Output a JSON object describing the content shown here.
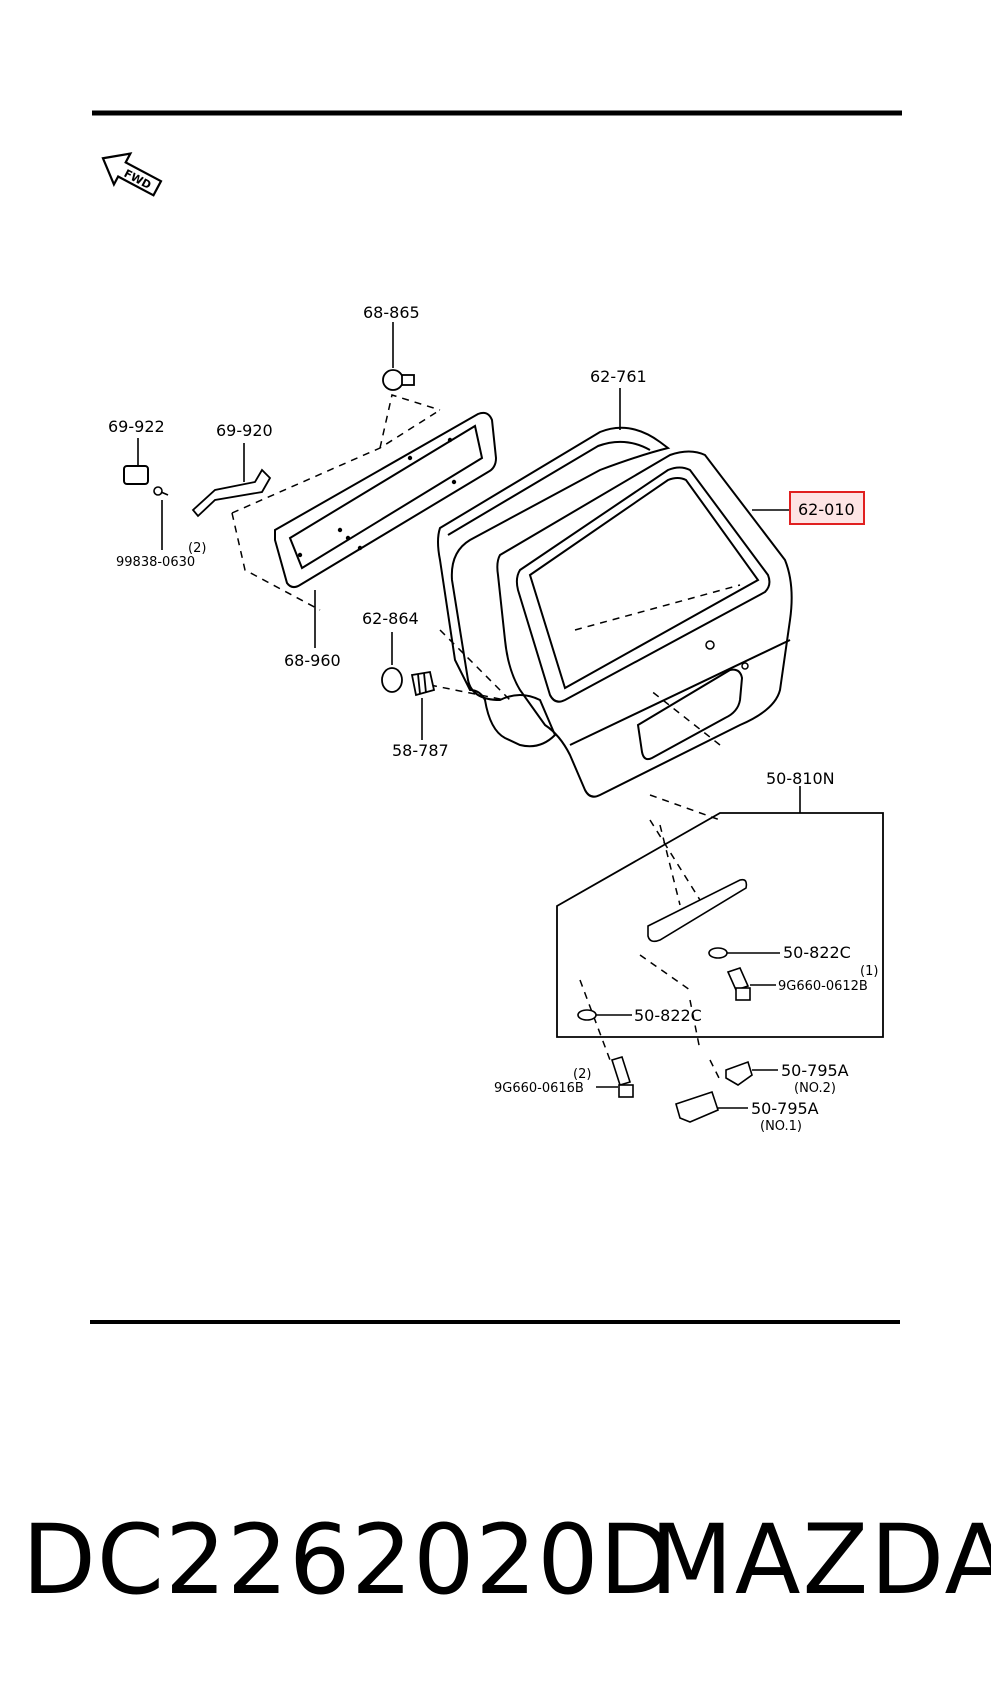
{
  "orientation": {
    "arrow_text": "FWD",
    "icon": "fwd-arrow-icon"
  },
  "parts": {
    "p68_865": "68-865",
    "p62_761": "62-761",
    "p62_010": "62-010",
    "p69_922": "69-922",
    "p69_920": "69-920",
    "p99838_0630": "99838-0630",
    "p99838_qty": "(2)",
    "p68_960": "68-960",
    "p62_864": "62-864",
    "p58_787": "58-787",
    "p50_810N": "50-810N",
    "p50_822C_a": "50-822C",
    "p9G660_0612B_qty": "(1)",
    "p9G660_0612B": "9G660-0612B",
    "p50_822C_b": "50-822C",
    "p9G660_0616B_qty": "(2)",
    "p9G660_0616B": "9G660-0616B",
    "p50_795A_no2": "50-795A",
    "p50_795A_no2_sub": "(NO.2)",
    "p50_795A_no1": "50-795A",
    "p50_795A_no1_sub": "(NO.1)"
  },
  "highlight": {
    "part": "62-010",
    "color": "#e02020",
    "fill": "#fde4e4"
  },
  "footer": {
    "part_number": "DC2262020D",
    "brand": "MAZDA"
  }
}
